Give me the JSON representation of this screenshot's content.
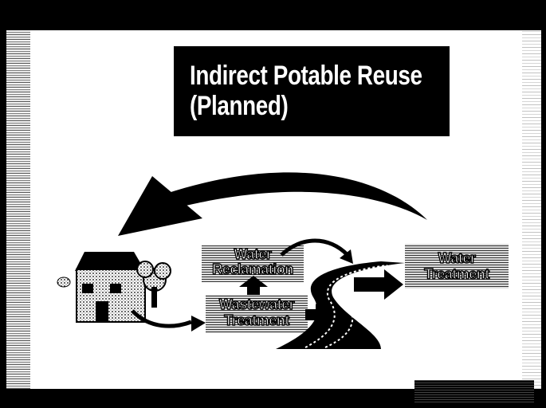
{
  "title": {
    "line1": "Indirect Potable Reuse",
    "line2": "(Planned)"
  },
  "nodes": {
    "water_reclamation": {
      "line1": "Water",
      "line2": "Reclamation"
    },
    "wastewater_treatment": {
      "line1": "Wastewater",
      "line2": "Treatment"
    },
    "water_treatment": {
      "line1": "Water",
      "line2": "Treatment"
    }
  },
  "icons": [
    "house-icon",
    "tree-icon",
    "river-icon"
  ],
  "colors": {
    "background": "#000000",
    "canvas": "#ffffff",
    "title_bg": "#000000",
    "title_text": "#ffffff"
  }
}
